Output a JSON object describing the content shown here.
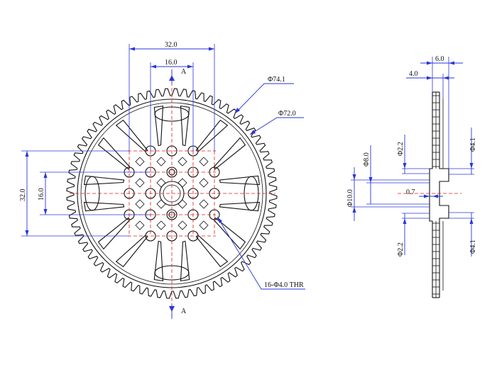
{
  "labels": {
    "front_dim_32": "32.0",
    "front_dim_16": "16.0",
    "section_top": "A",
    "section_bottom": "A",
    "od_tip": "Φ74.1",
    "od_pitch": "Φ72.0",
    "left_dim_32": "32.0",
    "left_dim_16": "16.0",
    "holes_note": "16-Φ4.0 THR",
    "side_width_6": "6.0",
    "side_width_4": "4.0",
    "side_phi_2_2_top": "Φ2.2",
    "side_phi_8": "Φ8.0",
    "side_phi_10": "Φ10.0",
    "side_07": "0.7",
    "side_phi_2_2_bot": "Φ2.2",
    "side_phi_4_1_top": "Φ4.1",
    "side_phi_4_1_bot": "Φ4.1"
  },
  "colors": {
    "dimension": "#2a36d8",
    "centerline": "#e01b1b",
    "outline": "#111111"
  }
}
